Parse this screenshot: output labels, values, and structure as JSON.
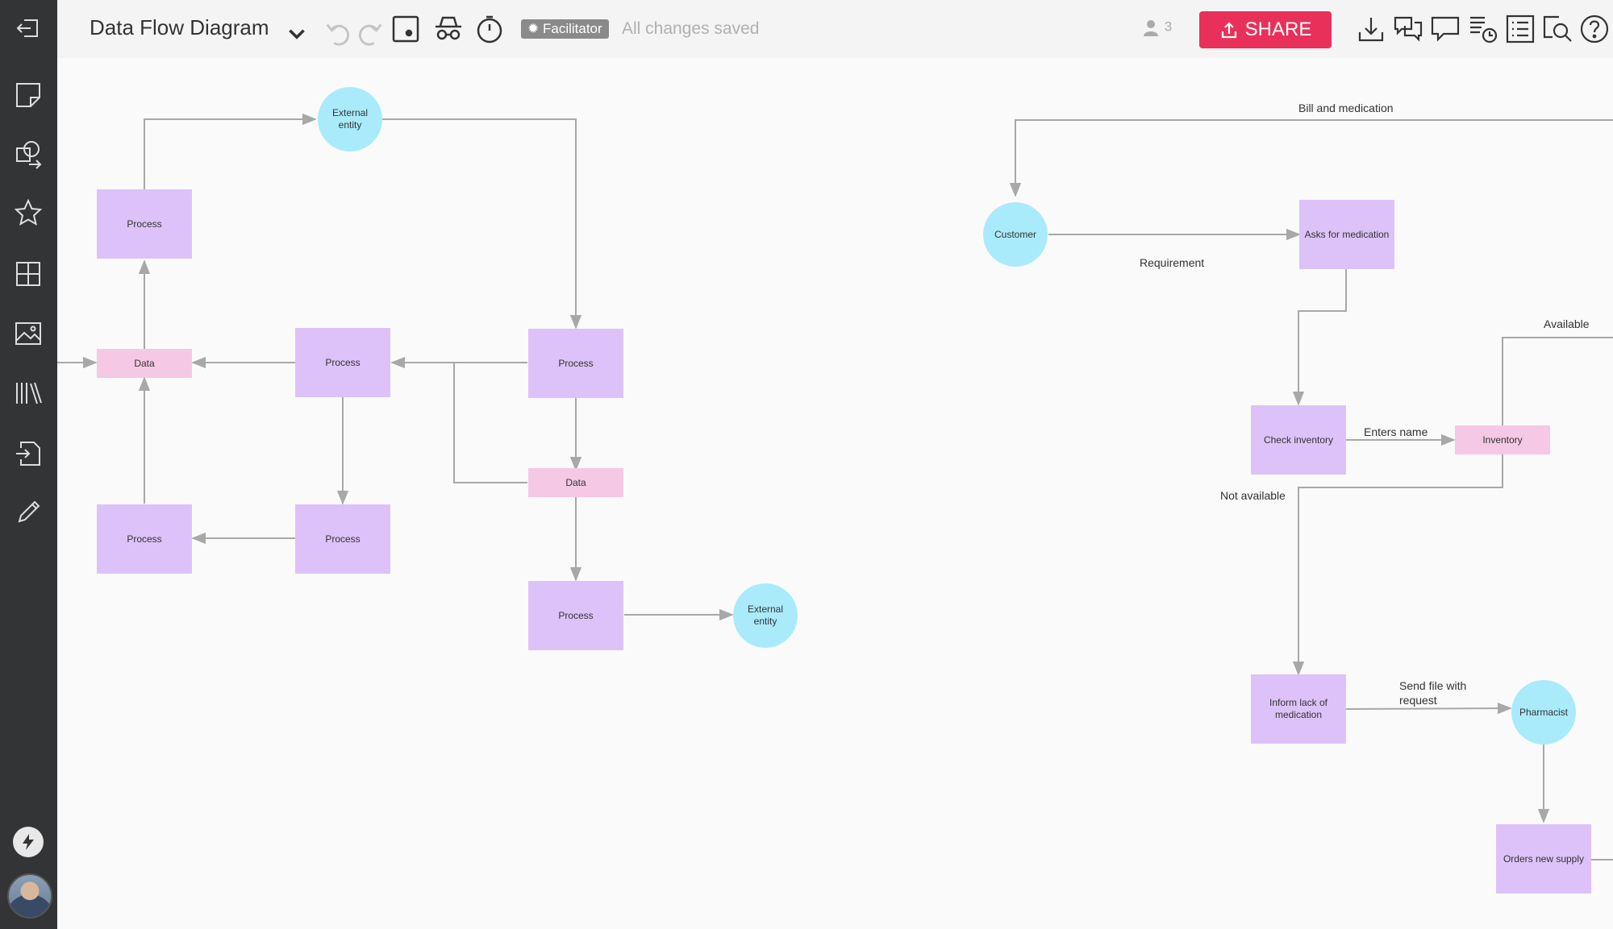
{
  "app": {
    "title": "Data Flow Diagram",
    "role_badge": "Facilitator",
    "save_status": "All changes saved",
    "user_count": "3",
    "share_label": "SHARE"
  },
  "colors": {
    "sidebar": "#333436",
    "share": "#e8305a",
    "process": "#dcc2f8",
    "data_store": "#f5c9e6",
    "external_entity": "#a9ebfa",
    "connector": "#a8a8a8"
  },
  "sidebar_icons": [
    "exit-icon",
    "sticky-note-icon",
    "shapes-icon",
    "star-icon",
    "grid-icon",
    "image-icon",
    "library-icon",
    "import-icon",
    "pencil-icon"
  ],
  "toolbar_icons": [
    "undo-icon",
    "redo-icon",
    "focus-icon",
    "incognito-icon",
    "timer-icon",
    "download-icon",
    "chat-icon",
    "comment-icon",
    "activity-icon",
    "outline-icon",
    "search-icon",
    "help-icon"
  ],
  "diagram": {
    "nodes": {
      "ext_top": "External entity",
      "proc_top_left": "Process",
      "data_left": "Data",
      "proc_mid": "Process",
      "proc_right": "Process",
      "data_right": "Data",
      "proc_bottom_left": "Process",
      "proc_bottom_mid": "Process",
      "proc_bottom_right": "Process",
      "ext_bottom": "External entity",
      "customer": "Customer",
      "asks": "Asks for medication",
      "check": "Check inventory",
      "inventory": "Inventory",
      "inform": "Inform lack of medication",
      "pharmacist": "Pharmacist",
      "orders": "Orders new supply"
    },
    "edge_labels": {
      "bill": "Bill and medication",
      "requirement": "Requirement",
      "available": "Available",
      "enters_name": "Enters name",
      "not_available": "Not available",
      "send_file": "Send file with request"
    }
  }
}
